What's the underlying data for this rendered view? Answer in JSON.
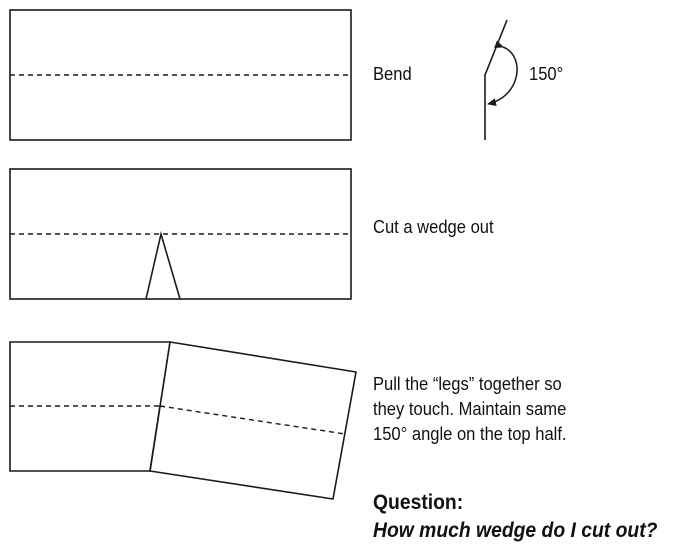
{
  "step1": {
    "caption": "Bend",
    "angle_label": "150°"
  },
  "step2": {
    "caption": "Cut a wedge out"
  },
  "step3": {
    "lines": [
      "Pull the “legs” together so",
      "they touch. Maintain same",
      "150° angle on the top half."
    ]
  },
  "question": {
    "heading": "Question:",
    "text": "How much wedge do I cut out?"
  },
  "colors": {
    "line": "#1a1a1a",
    "background": "#ffffff"
  }
}
